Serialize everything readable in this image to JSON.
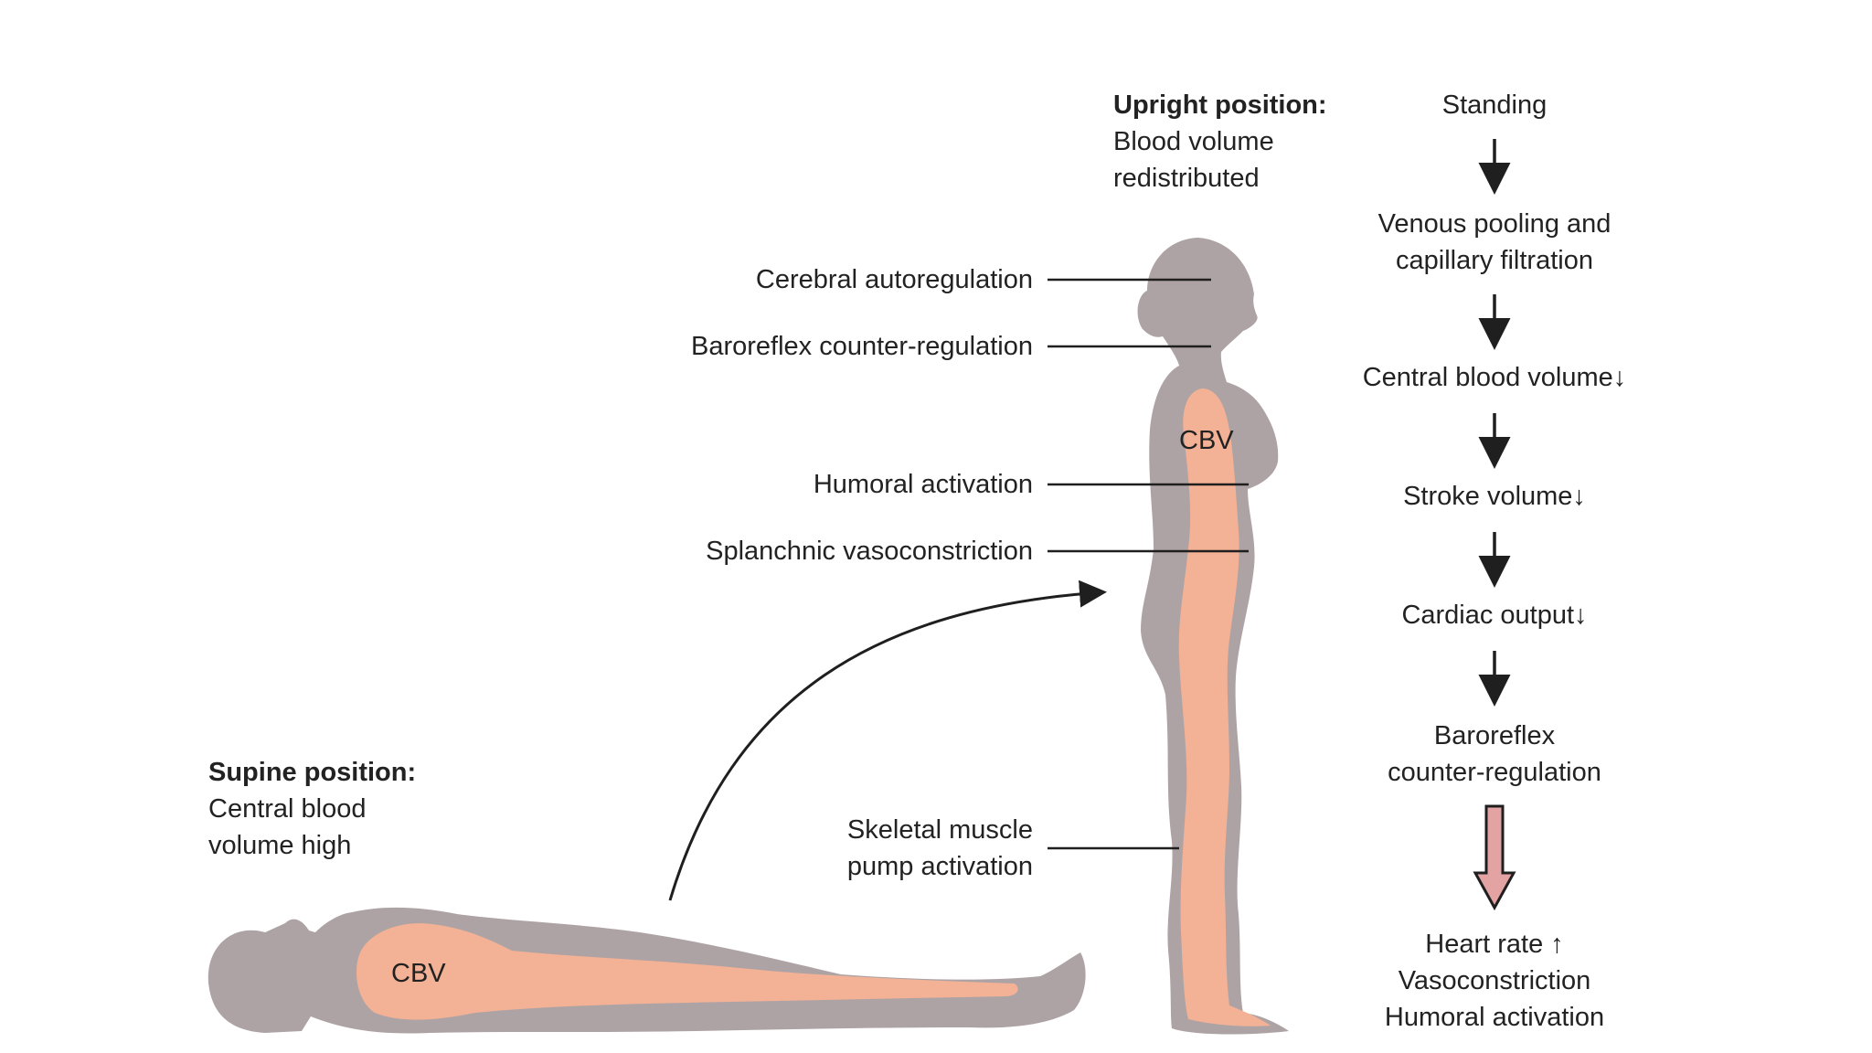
{
  "upright": {
    "heading": "Upright position:",
    "lines": [
      "Blood volume",
      "redistributed"
    ]
  },
  "supine": {
    "heading": "Supine position:",
    "lines": [
      "Central blood",
      "volume high"
    ]
  },
  "cbv_label": "CBV",
  "body_labels": {
    "cerebral": "Cerebral autoregulation",
    "baroreflex": "Baroreflex counter-regulation",
    "humoral": "Humoral activation",
    "splanchnic": "Splanchnic vasoconstriction",
    "skeletal": [
      "Skeletal muscle",
      "pump activation"
    ]
  },
  "cascade": {
    "standing": "Standing",
    "venous": [
      "Venous pooling and",
      "capillary filtration"
    ],
    "central": "Central blood volume↓",
    "stroke": "Stroke volume↓",
    "cardiac": "Cardiac output↓",
    "baroreflex": [
      "Baroreflex",
      "counter-regulation"
    ],
    "result": [
      "Heart rate ↑",
      "Vasoconstriction",
      "Humoral activation"
    ]
  },
  "colors": {
    "silhouette": "#aea3a4",
    "blood": "#f3b195",
    "arrow": "#1f1f1f",
    "big_arrow_fill": "#e3a3a3"
  }
}
